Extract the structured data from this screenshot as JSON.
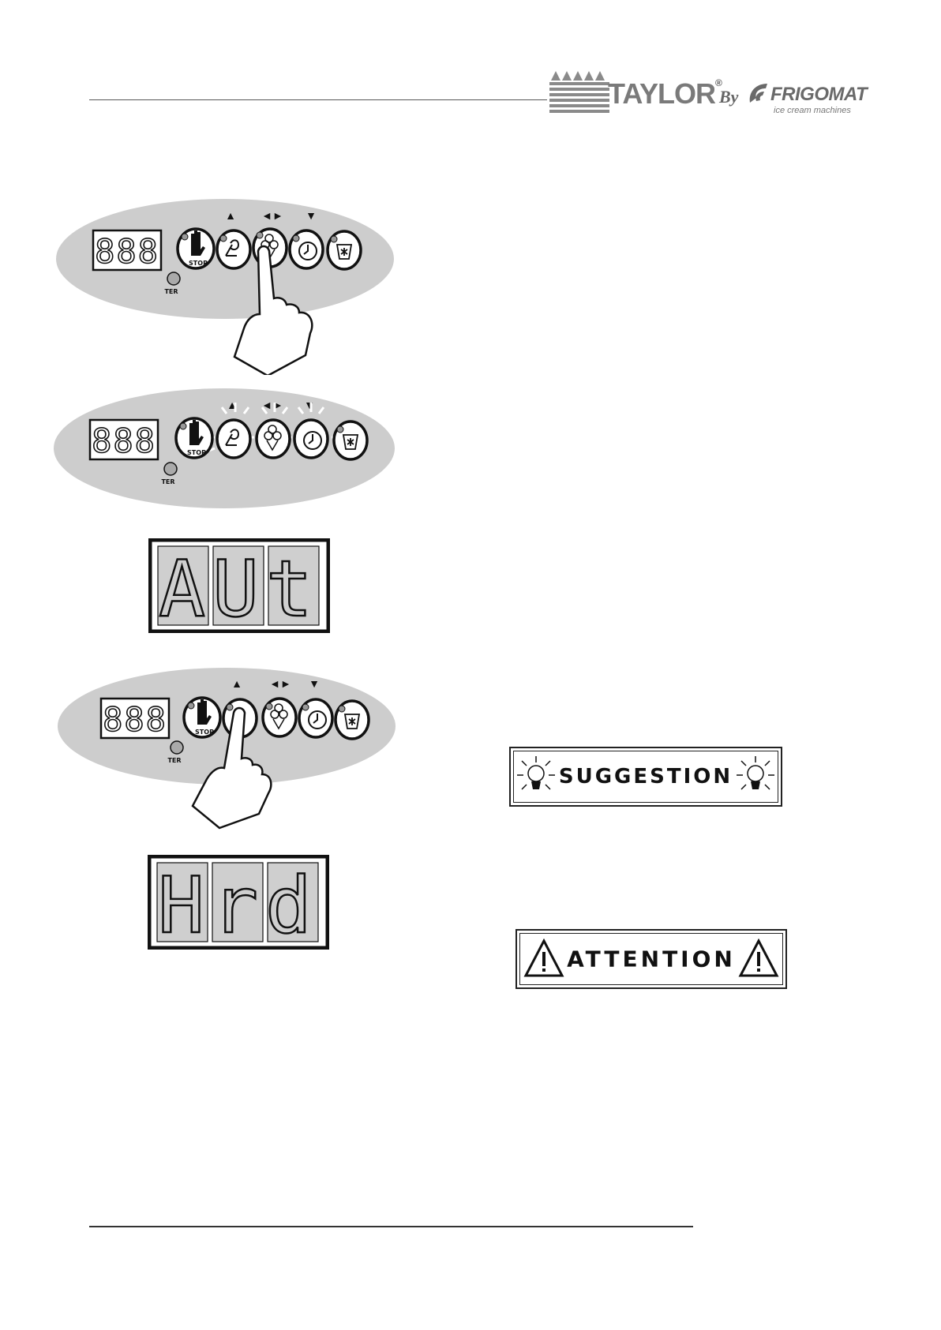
{
  "header": {
    "brand": "TAYLOR",
    "registered": "®",
    "by": "By",
    "partner": "FRIGOMAT",
    "tagline": "ice cream machines"
  },
  "panels": [
    {
      "display": "888",
      "stop_label": "STOP",
      "indicator_label": "TER",
      "up_arrow": "▲",
      "left_right_arrows": "◄►",
      "down_arrow": "▼"
    },
    {
      "display": "888",
      "stop_label": "STOP",
      "indicator_label": "TER",
      "up_arrow": "▲",
      "left_right_arrows": "◄►",
      "down_arrow": "▼"
    },
    {
      "display": "888",
      "stop_label": "STOP",
      "indicator_label": "TER",
      "up_arrow": "▲",
      "left_right_arrows": "◄►",
      "down_arrow": "▼"
    }
  ],
  "displays": [
    {
      "text": "AUt"
    },
    {
      "text": "Hrd"
    }
  ],
  "callouts": {
    "suggestion": "SUGGESTION",
    "attention": "ATTENTION"
  },
  "colors": {
    "panel_fill": "#cdcdcd",
    "segment_fill": "#cfcfcf",
    "ink": "#111111",
    "logo_gray": "#7a7a7a"
  }
}
